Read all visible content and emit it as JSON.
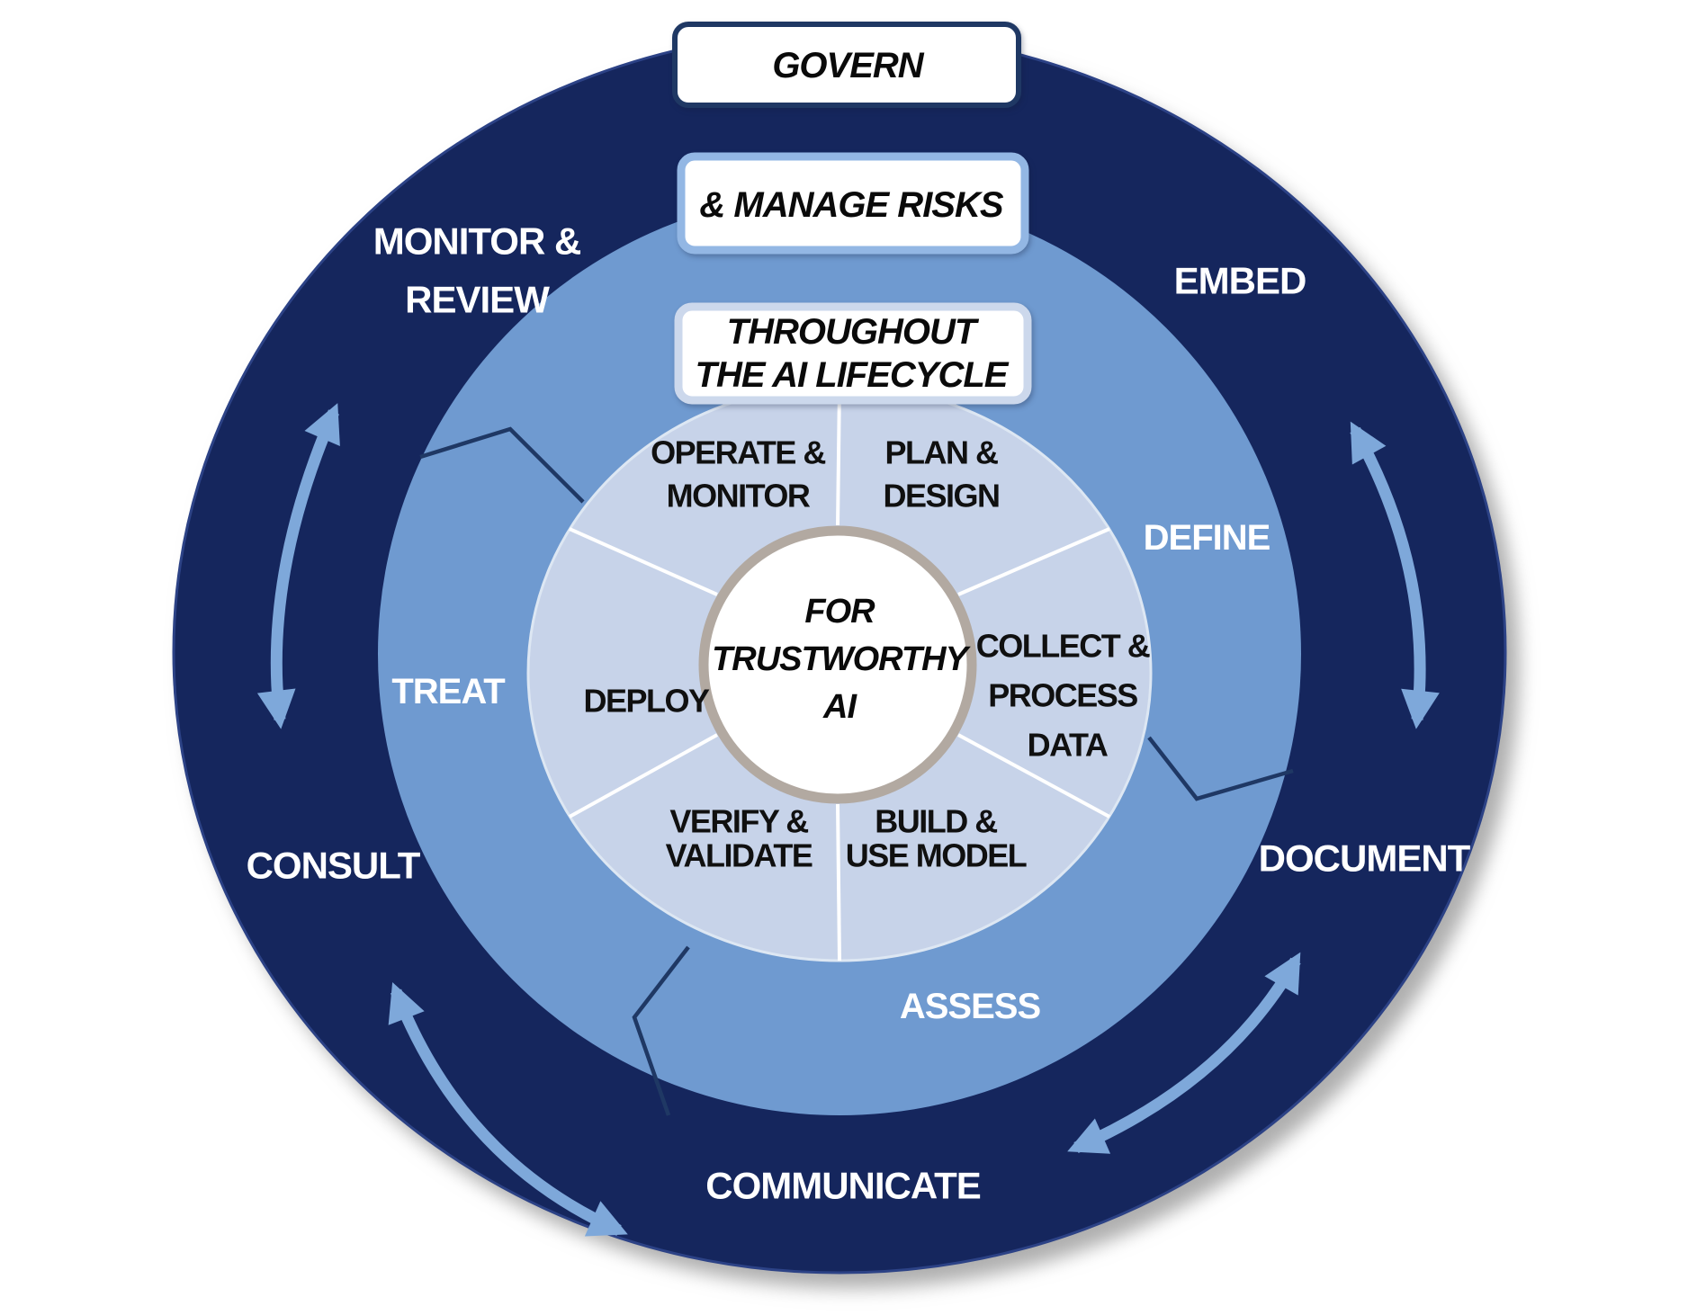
{
  "title_boxes": {
    "govern": "GOVERN",
    "manage": "& MANAGE RISKS",
    "throughout_line1": "THROUGHOUT",
    "throughout_line2": "THE AI LIFECYCLE"
  },
  "center": {
    "line1": "FOR",
    "line2": "TRUSTWORTHY",
    "line3": "AI"
  },
  "outer_ring": {
    "monitor_line1": "MONITOR &",
    "monitor_line2": "REVIEW",
    "embed": "EMBED",
    "consult": "CONSULT",
    "document": "DOCUMENT",
    "communicate": "COMMUNICATE"
  },
  "middle_ring": {
    "define": "DEFINE",
    "treat": "TREAT",
    "assess": "ASSESS"
  },
  "lifecycle": {
    "operate_line1": "OPERATE &",
    "operate_line2": "MONITOR",
    "plan_line1": "PLAN &",
    "plan_line2": "DESIGN",
    "collect_line1": "COLLECT &",
    "collect_line2": "PROCESS",
    "collect_line3": "DATA",
    "build_line1": "BUILD &",
    "build_line2": "USE MODEL",
    "verify_line1": "VERIFY &",
    "verify_line2": "VALIDATE",
    "deploy": "DEPLOY"
  },
  "colors": {
    "outer_ring": "#15265d",
    "outer_ring_rim": "#2c4286",
    "middle_ring": "#6f9ad0",
    "inner_wheel": "#c7d3e9",
    "inner_wheel_rim": "#dde7f3",
    "center_fill": "#ffffff",
    "center_border": "#b2a9a1",
    "arrow": "#7ea8da",
    "govern_box_border": "#1f3864",
    "manage_box_border": "#93b7e4",
    "throughout_box_border": "#ccd8ec",
    "hexagon_line": "#1f3864",
    "box_fill": "#ffffff"
  }
}
